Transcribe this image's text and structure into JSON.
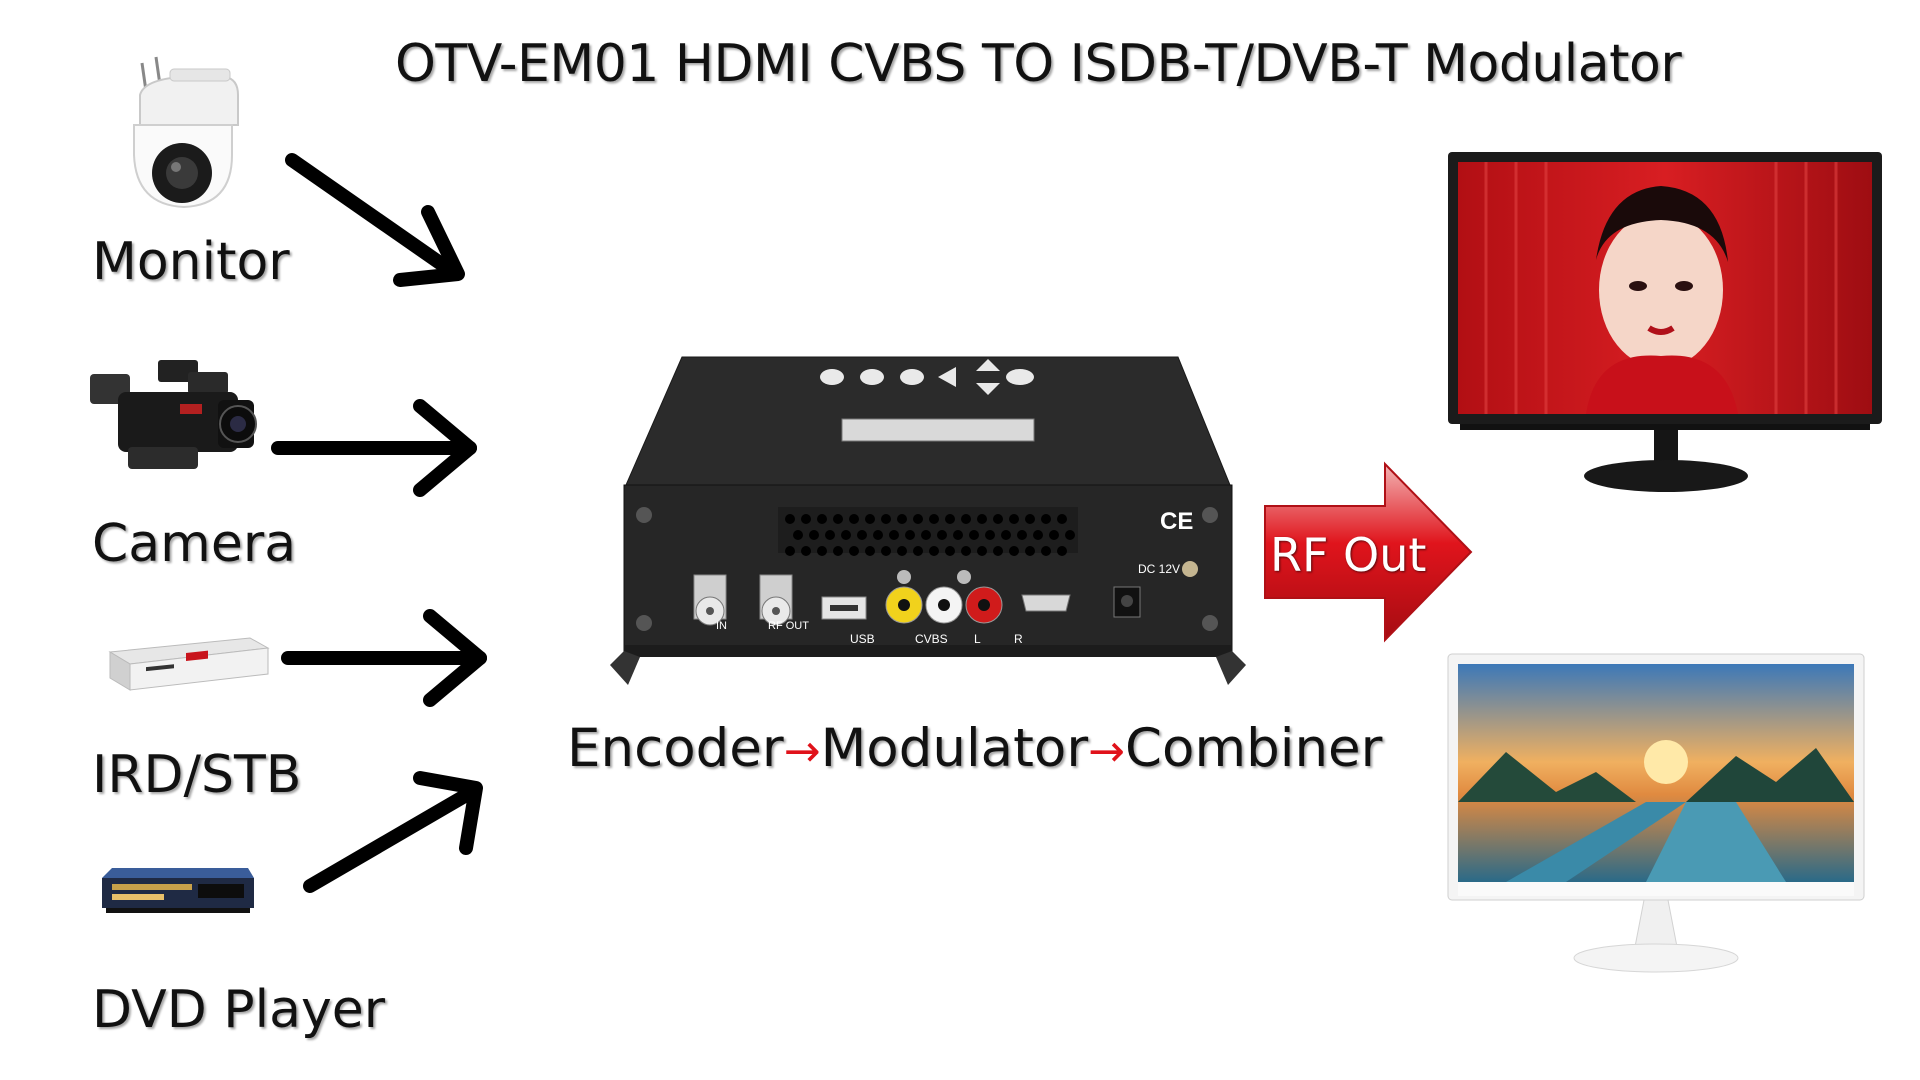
{
  "title": "OTV-EM01 HDMI CVBS TO ISDB-T/DVB-T Modulator",
  "sources": [
    {
      "label": "Monitor",
      "icon": "ptz-camera-icon"
    },
    {
      "label": "Camera",
      "icon": "video-camera-icon"
    },
    {
      "label": "IRD/STB",
      "icon": "set-top-box-icon"
    },
    {
      "label": "DVD Player",
      "icon": "dvd-player-icon"
    }
  ],
  "device": {
    "icon": "modulator-device-icon",
    "ports": {
      "rf_in": "IN",
      "rf_out": "RF OUT",
      "usb": "USB",
      "cvbs": "CVBS",
      "left": "L",
      "right": "R",
      "dc": "DC 12V",
      "ce": "CE"
    }
  },
  "chain": {
    "encoder": "Encoder",
    "modulator": "Modulator",
    "combiner": "Combiner",
    "arrow": "→"
  },
  "output": {
    "label": "RF Out",
    "icon": "big-red-arrow-icon"
  },
  "displays": [
    {
      "icon": "black-monitor-icon"
    },
    {
      "icon": "white-monitor-icon"
    }
  ],
  "colors": {
    "red_arrow": "#d8141c",
    "text": "#111111",
    "device_body": "#2a2a2a"
  }
}
